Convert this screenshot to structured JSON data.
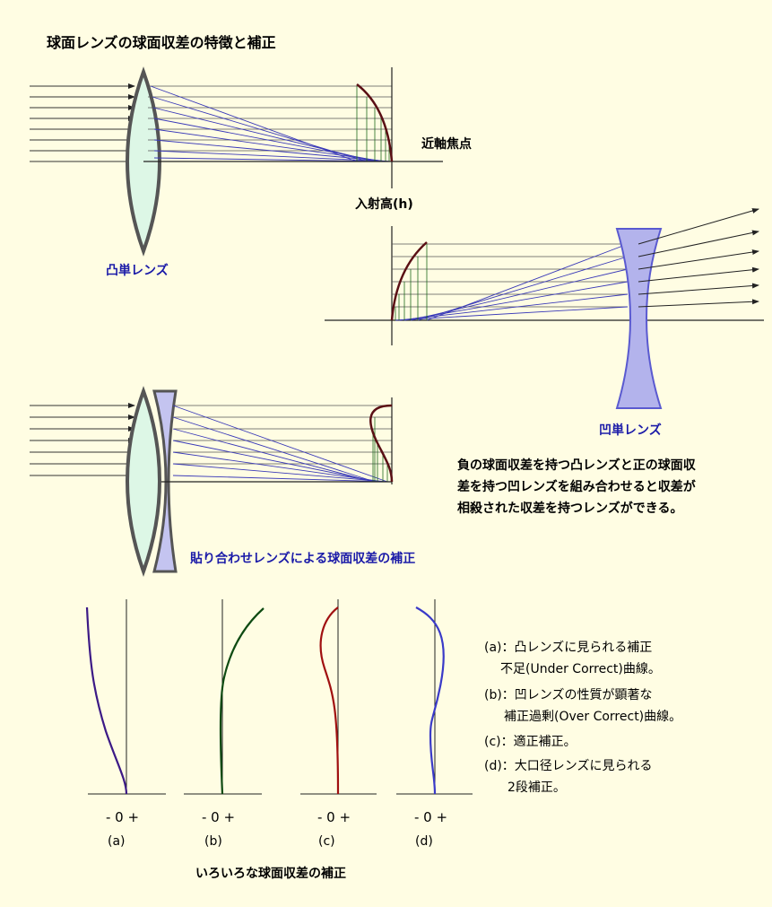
{
  "title": "球面レンズの球面収差の特徴と補正",
  "labels": {
    "paraxial_focus": "近軸焦点",
    "incidence_height": "入射高(h)",
    "convex_lens": "凸単レンズ",
    "concave_lens": "凹単レンズ",
    "cemented_lens": "貼り合わせレンズによる球面収差の補正"
  },
  "explanation": [
    "負の球面収差を持つ凸レンズと正の球面収",
    "差を持つ凹レンズを組み合わせると収差が",
    "相殺された収差を持つレンズができる。"
  ],
  "curves": [
    {
      "letter": "(a)",
      "axis_label": "- 0 +"
    },
    {
      "letter": "(b)",
      "axis_label": "- 0 +"
    },
    {
      "letter": "(c)",
      "axis_label": "- 0 +"
    },
    {
      "letter": "(d)",
      "axis_label": "- 0 +"
    }
  ],
  "curves_caption": "いろいろな球面収差の補正",
  "legend": [
    "(a)：凸レンズに見られる補正",
    "不足(Under Correct)曲線。",
    "(b)：凹レンズの性質が顕著な",
    "補正過剰(Over Correct)曲線。",
    "(c)：適正補正。",
    "(d)：大口径レンズに見られる",
    "2段補正。"
  ],
  "colors": {
    "background": "#fffde3",
    "ray": "#3a3ab8",
    "convex_fill": "#ddf7e6",
    "concave_fill": "#b3b3ec",
    "aberration_curve": "#5a0f14",
    "curve_a": "#3c1a86",
    "curve_b": "#0e4a12",
    "curve_c": "#a01010",
    "curve_d": "#3a3ac8"
  }
}
